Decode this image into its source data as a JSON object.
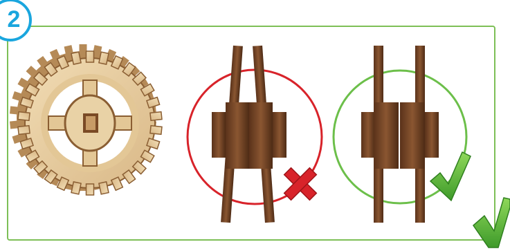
{
  "step": {
    "number": "2"
  },
  "colors": {
    "frame": "#7dbf56",
    "badge": "#1aa6de",
    "wrong_circle": "#d8232a",
    "right_circle": "#6cbf4a",
    "wood_light": "#e8cfa3",
    "wood_dark": "#6b3f20",
    "check": "#5cbd3a",
    "cross": "#d8232a"
  },
  "icons": [
    "gear-assembly",
    "wrong-assembly",
    "cross-icon",
    "correct-assembly",
    "check-icon",
    "big-check-icon"
  ]
}
